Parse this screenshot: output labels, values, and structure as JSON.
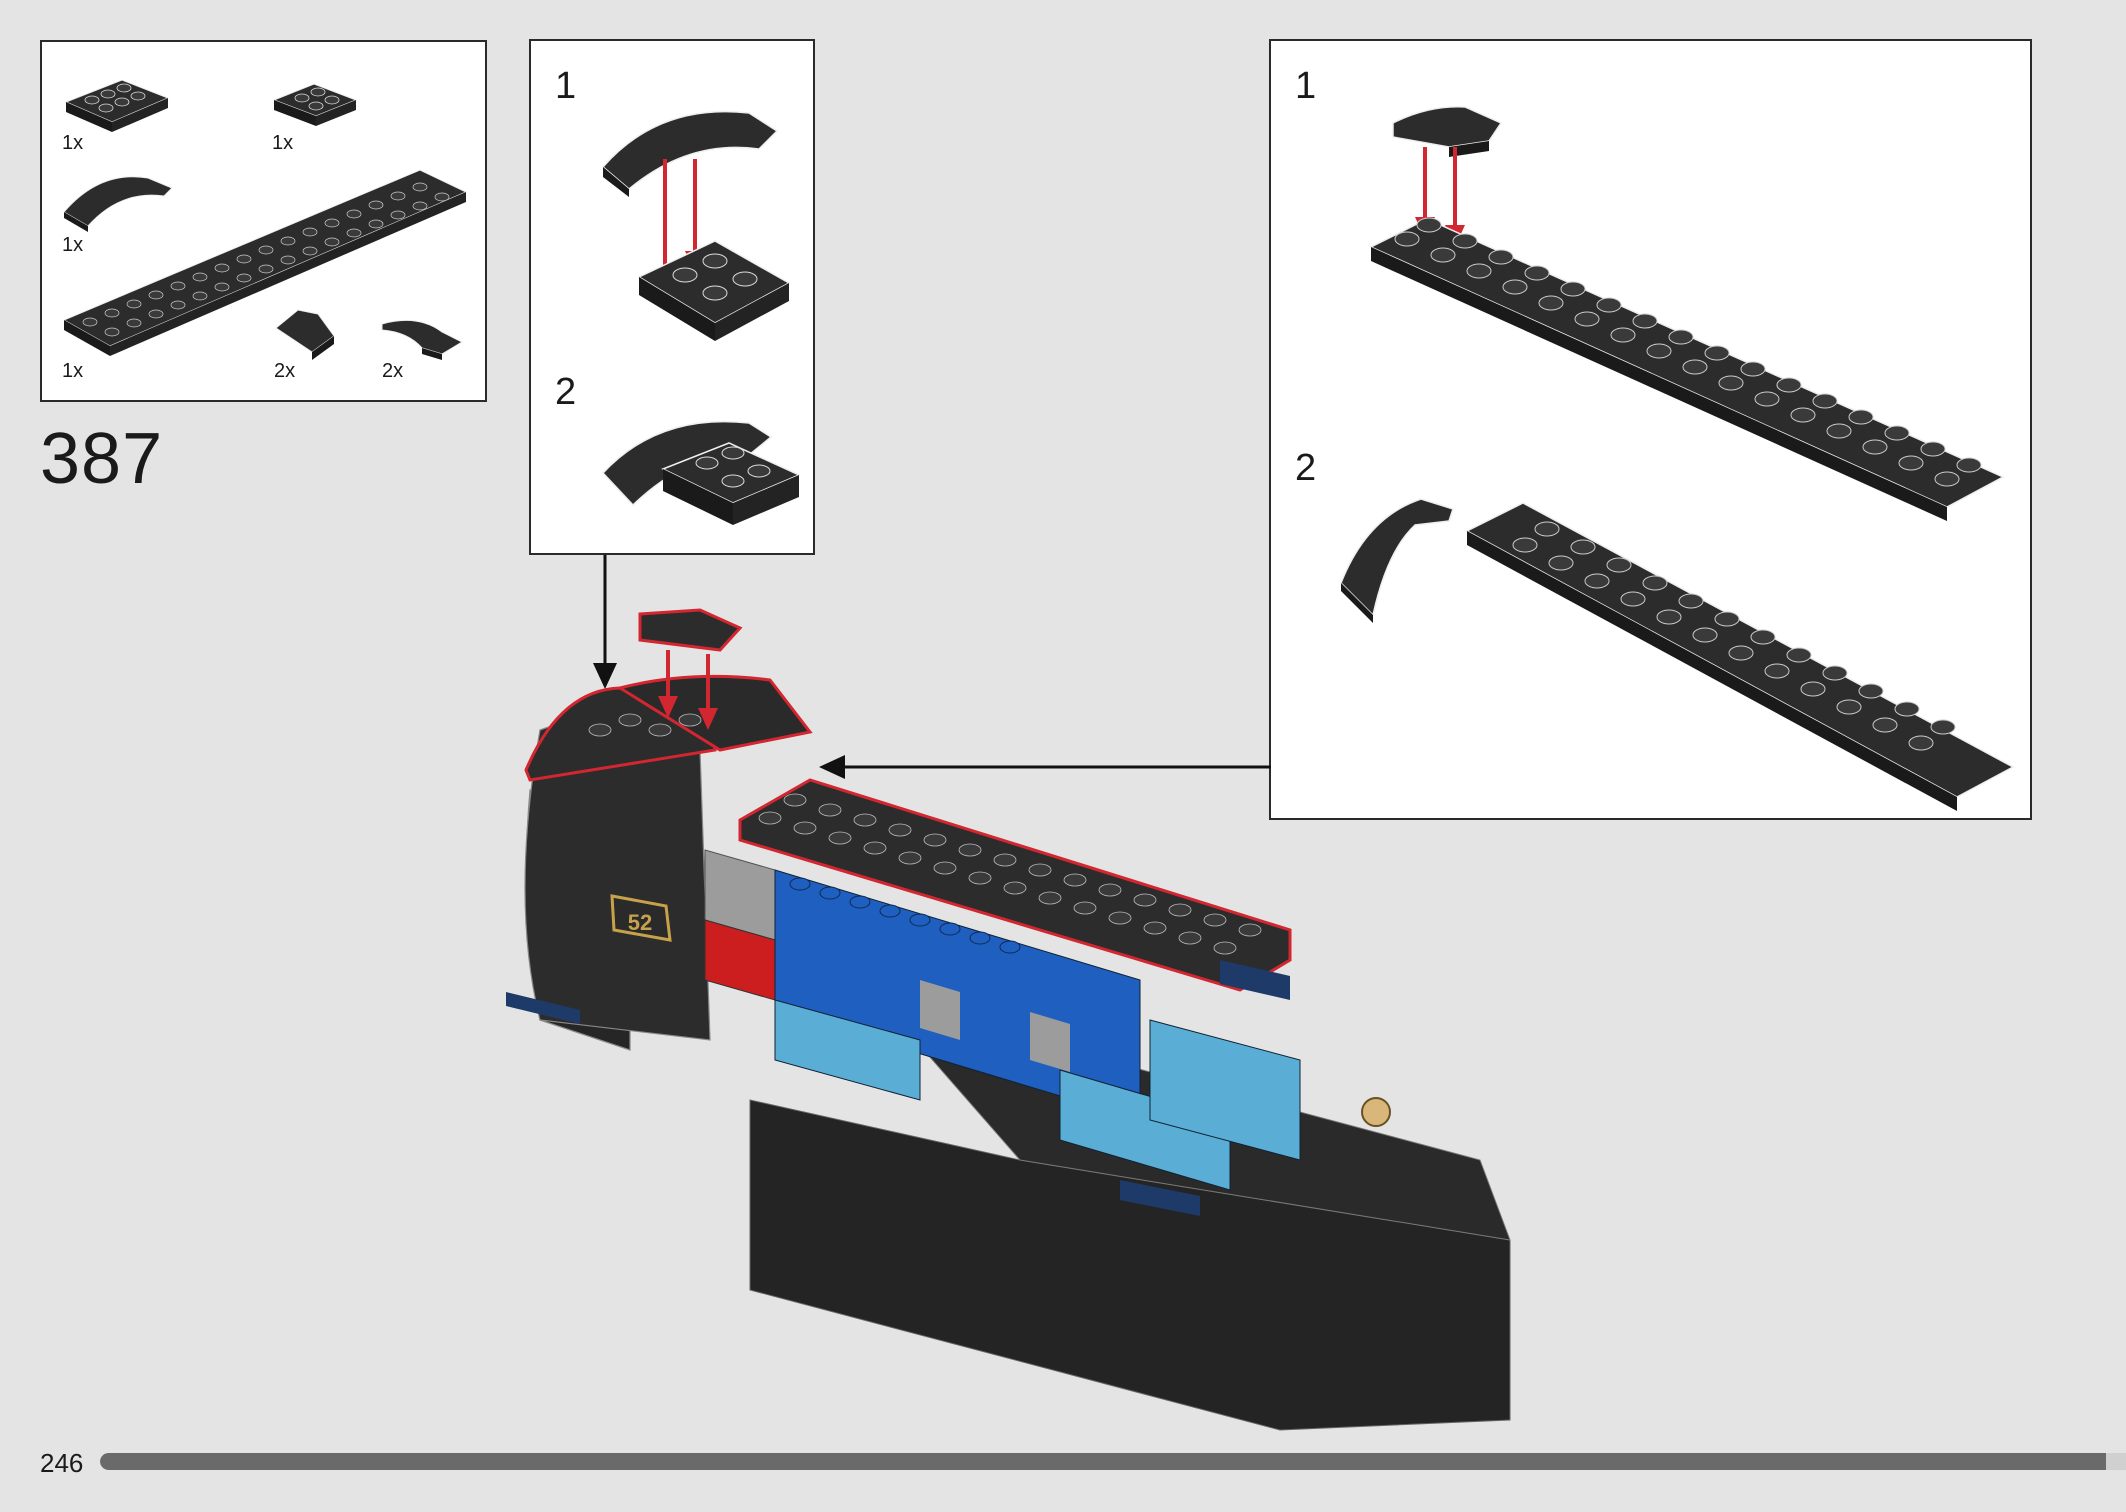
{
  "step": {
    "number": "387"
  },
  "parts_list": {
    "items": [
      {
        "part": "plate-2x3-black",
        "qty": "1x"
      },
      {
        "part": "plate-2x2-black",
        "qty": "1x"
      },
      {
        "part": "curved-slope-black",
        "qty": "1x"
      },
      {
        "part": "plate-2x16-black",
        "qty": "1x"
      },
      {
        "part": "slope-small-black",
        "qty": "2x"
      },
      {
        "part": "curved-slope-small-black",
        "qty": "2x"
      }
    ]
  },
  "sub_left": {
    "steps": [
      "1",
      "2"
    ]
  },
  "sub_right": {
    "steps": [
      "1",
      "2"
    ]
  },
  "model": {
    "number_plate": "52"
  },
  "footer": {
    "page_number": "246",
    "progress": 0.99
  },
  "colors": {
    "background": "#e4e4e4",
    "brick_black": "#2c2c2c",
    "brick_blue": "#1f5fbf",
    "brick_light_blue": "#5aaed6",
    "brick_red": "#cc1e1e",
    "highlight_red": "#d22630",
    "brick_gray": "#9c9c9c",
    "progress_fill": "#6a6a6a"
  }
}
